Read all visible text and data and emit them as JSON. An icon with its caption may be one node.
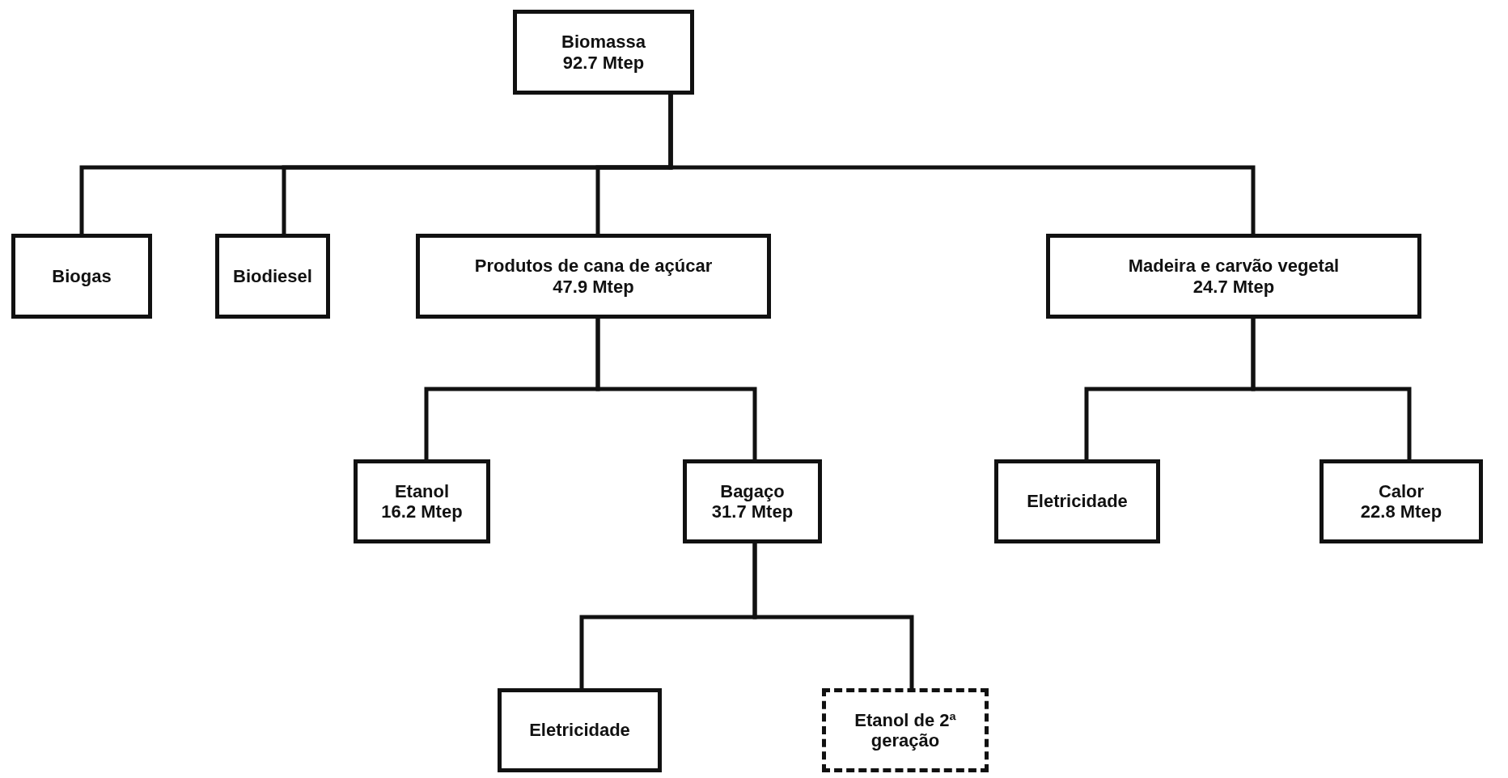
{
  "diagram": {
    "nodes": [
      {
        "text": [
          "Biomassa",
          "92.7 Mtep"
        ]
      },
      {
        "text": [
          "Biogas"
        ]
      },
      {
        "text": [
          "Biodiesel"
        ]
      },
      {
        "text": [
          "Produtos de cana de açúcar",
          "47.9 Mtep"
        ]
      },
      {
        "text": [
          "Madeira e carvão vegetal",
          "24.7 Mtep"
        ]
      },
      {
        "text": [
          "Etanol",
          "16.2 Mtep"
        ]
      },
      {
        "text": [
          "Bagaço",
          "31.7 Mtep"
        ]
      },
      {
        "text": [
          "Eletricidade"
        ]
      },
      {
        "text": [
          "Calor",
          "22.8 Mtep"
        ]
      },
      {
        "text": [
          "Eletricidade"
        ]
      },
      {
        "text": [
          "Etanol de 2ª geração"
        ]
      }
    ],
    "edges": [
      {
        "from": 0,
        "to": 1,
        "arrow": "none"
      },
      {
        "from": 0,
        "to": 2,
        "arrow": "none"
      },
      {
        "from": 0,
        "to": 3,
        "arrow": "none"
      },
      {
        "from": 0,
        "to": 4,
        "arrow": "none"
      },
      {
        "from": 3,
        "to": 5,
        "arrow": "none"
      },
      {
        "from": 3,
        "to": 6,
        "arrow": "none"
      },
      {
        "from": 4,
        "to": 7,
        "arrow": "none"
      },
      {
        "from": 4,
        "to": 8,
        "arrow": "none"
      },
      {
        "from": 6,
        "to": 9,
        "arrow": "none"
      },
      {
        "from": 6,
        "to": 10,
        "arrow": "none"
      }
    ]
  }
}
